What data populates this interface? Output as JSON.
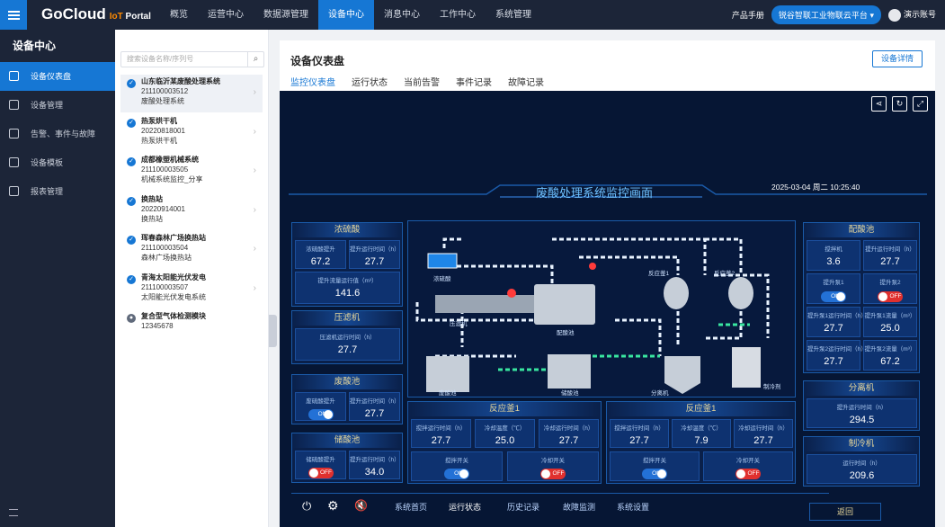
{
  "header": {
    "logo": "GoCloud",
    "logo_iot": "IoT",
    "logo_portal": "Portal",
    "nav": [
      "概览",
      "运营中心",
      "数据源管理",
      "设备中心",
      "消息中心",
      "工作中心",
      "系统管理"
    ],
    "active_nav": 3,
    "manual": "产品手册",
    "platform": "锐谷智联工业物联云平台",
    "account": "演示账号"
  },
  "sidebar": {
    "title": "设备中心",
    "items": [
      {
        "label": "设备仪表盘",
        "icon": "dashboard-icon"
      },
      {
        "label": "设备管理",
        "icon": "device-icon"
      },
      {
        "label": "告警、事件与故障",
        "icon": "alarm-icon"
      },
      {
        "label": "设备模板",
        "icon": "template-icon"
      },
      {
        "label": "报表管理",
        "icon": "report-icon"
      }
    ]
  },
  "devices": {
    "search_placeholder": "搜索设备名称/序列号",
    "items": [
      {
        "name": "山东临沂某废酸处理系统",
        "serial": "211100003512",
        "desc": "废酸处理系统"
      },
      {
        "name": "热泵烘干机",
        "serial": "20220818001",
        "desc": "热泵烘干机"
      },
      {
        "name": "成都橡塑机械系统",
        "serial": "211100003505",
        "desc": "机械系统监控_分享"
      },
      {
        "name": "换热站",
        "serial": "20220914001",
        "desc": "换热站"
      },
      {
        "name": "珲春森林广场换热站",
        "serial": "211100003504",
        "desc": "森林广场换热站"
      },
      {
        "name": "青海太阳能光伏发电",
        "serial": "211100003507",
        "desc": "太阳能光伏发电系统"
      },
      {
        "name": "复合型气体检测模块",
        "serial": "12345678",
        "desc": ""
      }
    ]
  },
  "main": {
    "title": "设备仪表盘",
    "detail_button": "设备详情",
    "tabs": [
      "监控仪表盘",
      "运行状态",
      "当前告警",
      "事件记录",
      "故障记录"
    ]
  },
  "scada": {
    "title": "废酸处理系统监控画面",
    "datetime": "2025-03-04 周二 10:25:40",
    "labels": {
      "lbl_a": "浓硫酸",
      "lbl_b": "压滤机",
      "lbl_c": "配酸池",
      "lbl_d": "反应釜1",
      "lbl_e": "反应釜2",
      "lbl_f": "废酸池",
      "lbl_g": "储酸池",
      "lbl_h": "分离机",
      "lbl_i": "制冷剂"
    },
    "p1": {
      "title": "浓硫酸",
      "c1l": "浓硫酸提升",
      "c1v": "67.2",
      "c2l": "提升运行时间（h）",
      "c2v": "27.7",
      "c3l": "提升流量运行值（m³）",
      "c3v": "141.6"
    },
    "p2": {
      "title": "压滤机",
      "c1l": "压滤机运行时间（h）",
      "c1v": "27.7"
    },
    "p3": {
      "title": "废酸池",
      "c1l": "废硫酸提升",
      "c1v": "ON",
      "c2l": "提升运行时间（h）",
      "c2v": "27.7"
    },
    "p4": {
      "title": "储酸池",
      "c1l": "储硫酸提升",
      "c1v": "OFF",
      "c2l": "提升运行时间（h）",
      "c2v": "34.0"
    },
    "r1": {
      "title": "反应釜1",
      "c1l": "搅拌运行时间（h）",
      "c1v": "27.7",
      "c2l": "冷却温度（℃）",
      "c2v": "25.0",
      "c3l": "冷却运行时间（h）",
      "c3v": "27.7",
      "c4l": "搅拌开关",
      "c4v": "ON",
      "c5l": "冷却开关",
      "c5v": "OFF"
    },
    "r2": {
      "title": "反应釜1",
      "c1l": "搅拌运行时间（h）",
      "c1v": "27.7",
      "c2l": "冷却温度（℃）",
      "c2v": "7.9",
      "c3l": "冷却运行时间（h）",
      "c3v": "27.7",
      "c4l": "搅拌开关",
      "c4v": "ON",
      "c5l": "冷却开关",
      "c5v": "OFF"
    },
    "p5": {
      "title": "配酸池",
      "c1l": "搅拌机",
      "c1v": "3.6",
      "c2l": "提升运行时间（h）",
      "c2v": "27.7",
      "c3l": "提升泵1",
      "c3v": "ON",
      "c4l": "提升泵2",
      "c4v": "OFF",
      "c5l": "提升泵1运行时间（h）",
      "c5v": "27.7",
      "c6l": "提升泵1流量（m³）",
      "c6v": "25.0",
      "c7l": "提升泵2运行时间（h）",
      "c7v": "27.7",
      "c8l": "提升泵2流量（m³）",
      "c8v": "67.2"
    },
    "p6": {
      "title": "分离机",
      "c1l": "提升运行时间（h）",
      "c1v": "294.5"
    },
    "p7": {
      "title": "制冷机",
      "c1l": "运行时间（h）",
      "c1v": "209.6"
    },
    "bottom": [
      "系统首页",
      "运行状态",
      "历史记录",
      "故障监测",
      "系统设置"
    ],
    "bottom_active": 1,
    "back": "返回"
  }
}
